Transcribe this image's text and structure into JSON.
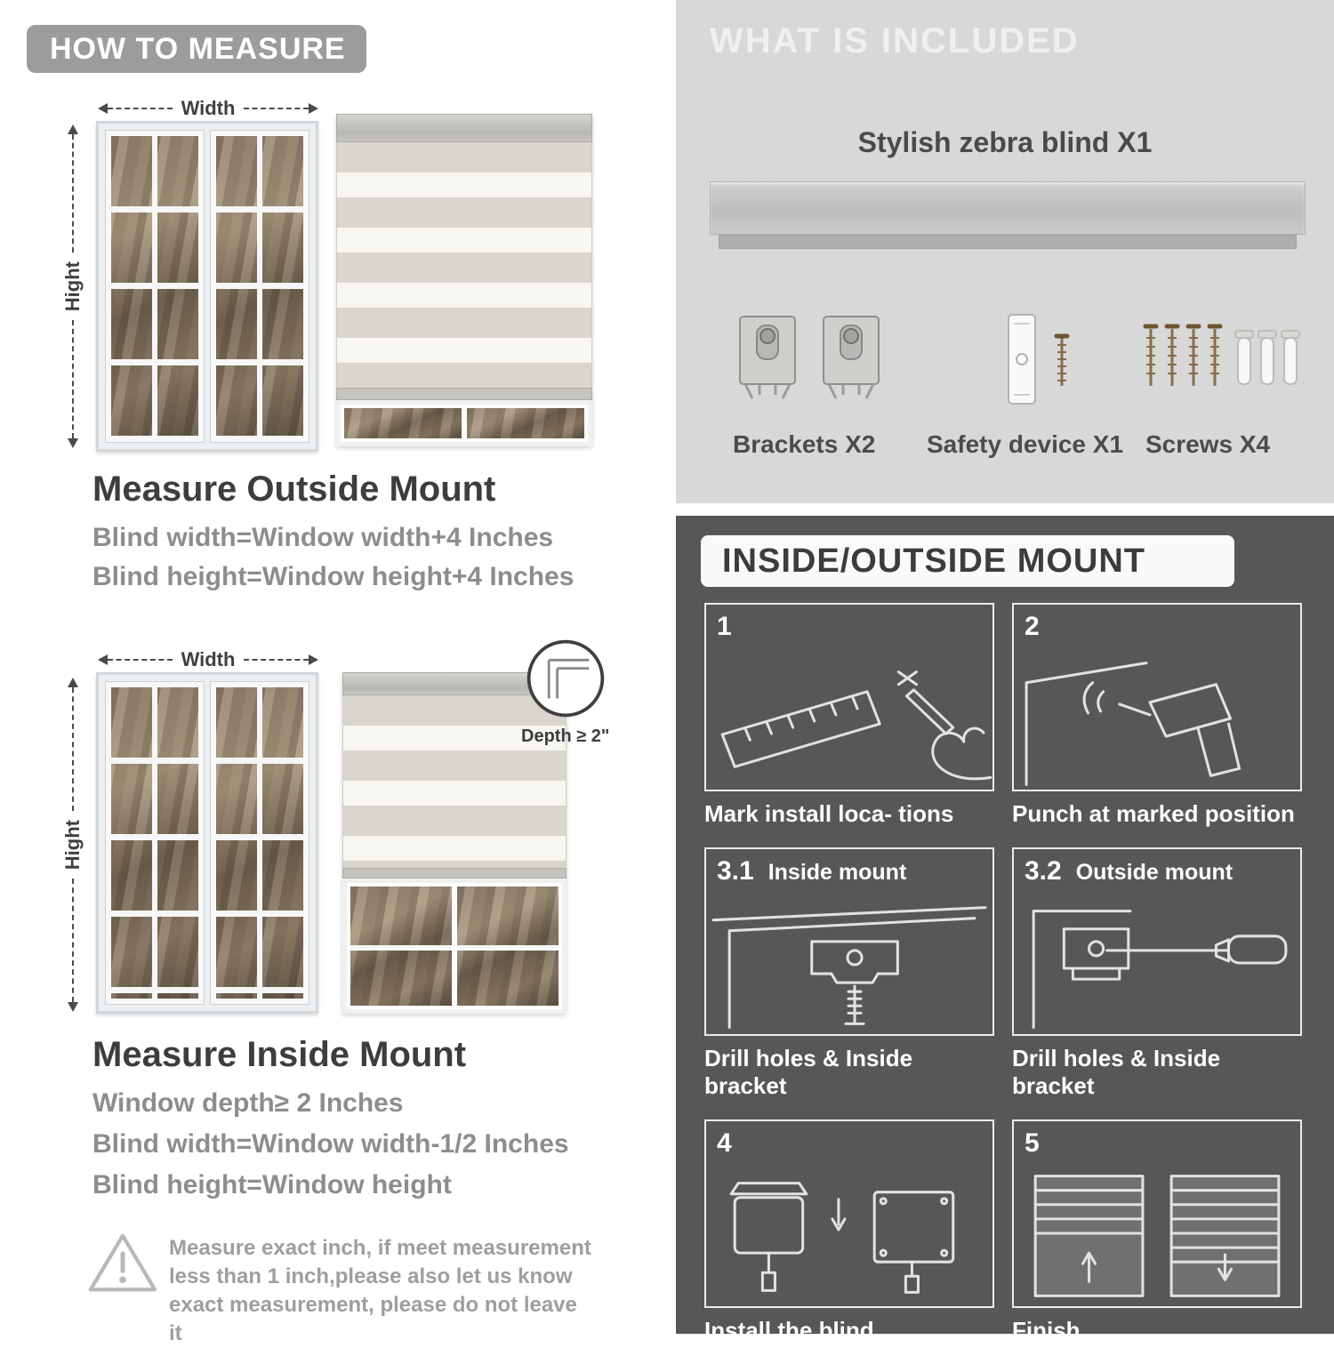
{
  "colors": {
    "header_badge": "#9c9c9c",
    "included_bg": "#d8d8d8",
    "mount_bg": "#575757",
    "title_text": "#3d3d3d",
    "body_text": "#8d8d8d"
  },
  "how_to_measure": {
    "header": "HOW TO MEASURE",
    "outside": {
      "width_label": "Width",
      "height_label": "Hight",
      "title": "Measure Outside Mount",
      "lines": [
        "Blind width=Window width+4 Inches",
        "Blind height=Window height+4 Inches"
      ]
    },
    "inside": {
      "width_label": "Width",
      "height_label": "Hight",
      "depth_label": "Depth ≥ 2\"",
      "title": "Measure Inside Mount",
      "lines": [
        "Window depth≥ 2 Inches",
        "Blind width=Window width-1/2 Inches",
        "Blind height=Window height"
      ]
    },
    "note": "Measure exact inch, if meet measurement less than 1 inch,please also let us know exact measurement, please do not leave it"
  },
  "included": {
    "header": "WHAT IS INCLUDED",
    "blind_label": "Stylish zebra blind X1",
    "items": [
      {
        "label": "Brackets X2"
      },
      {
        "label": "Safety device X1"
      },
      {
        "label": "Screws X4"
      }
    ]
  },
  "mount": {
    "header": "INSIDE/OUTSIDE MOUNT",
    "steps": [
      {
        "num": "1",
        "title": "",
        "caption": "Mark install loca- tions"
      },
      {
        "num": "2",
        "title": "",
        "caption": "Punch at  marked position"
      },
      {
        "num": "3.1",
        "title": "Inside mount",
        "caption": "Drill holes &  Inside bracket"
      },
      {
        "num": "3.2",
        "title": "Outside mount",
        "caption": "Drill holes &  Inside bracket"
      },
      {
        "num": "4",
        "title": "",
        "caption": "Install the blind"
      },
      {
        "num": "5",
        "title": "",
        "caption": "Finish"
      }
    ]
  }
}
